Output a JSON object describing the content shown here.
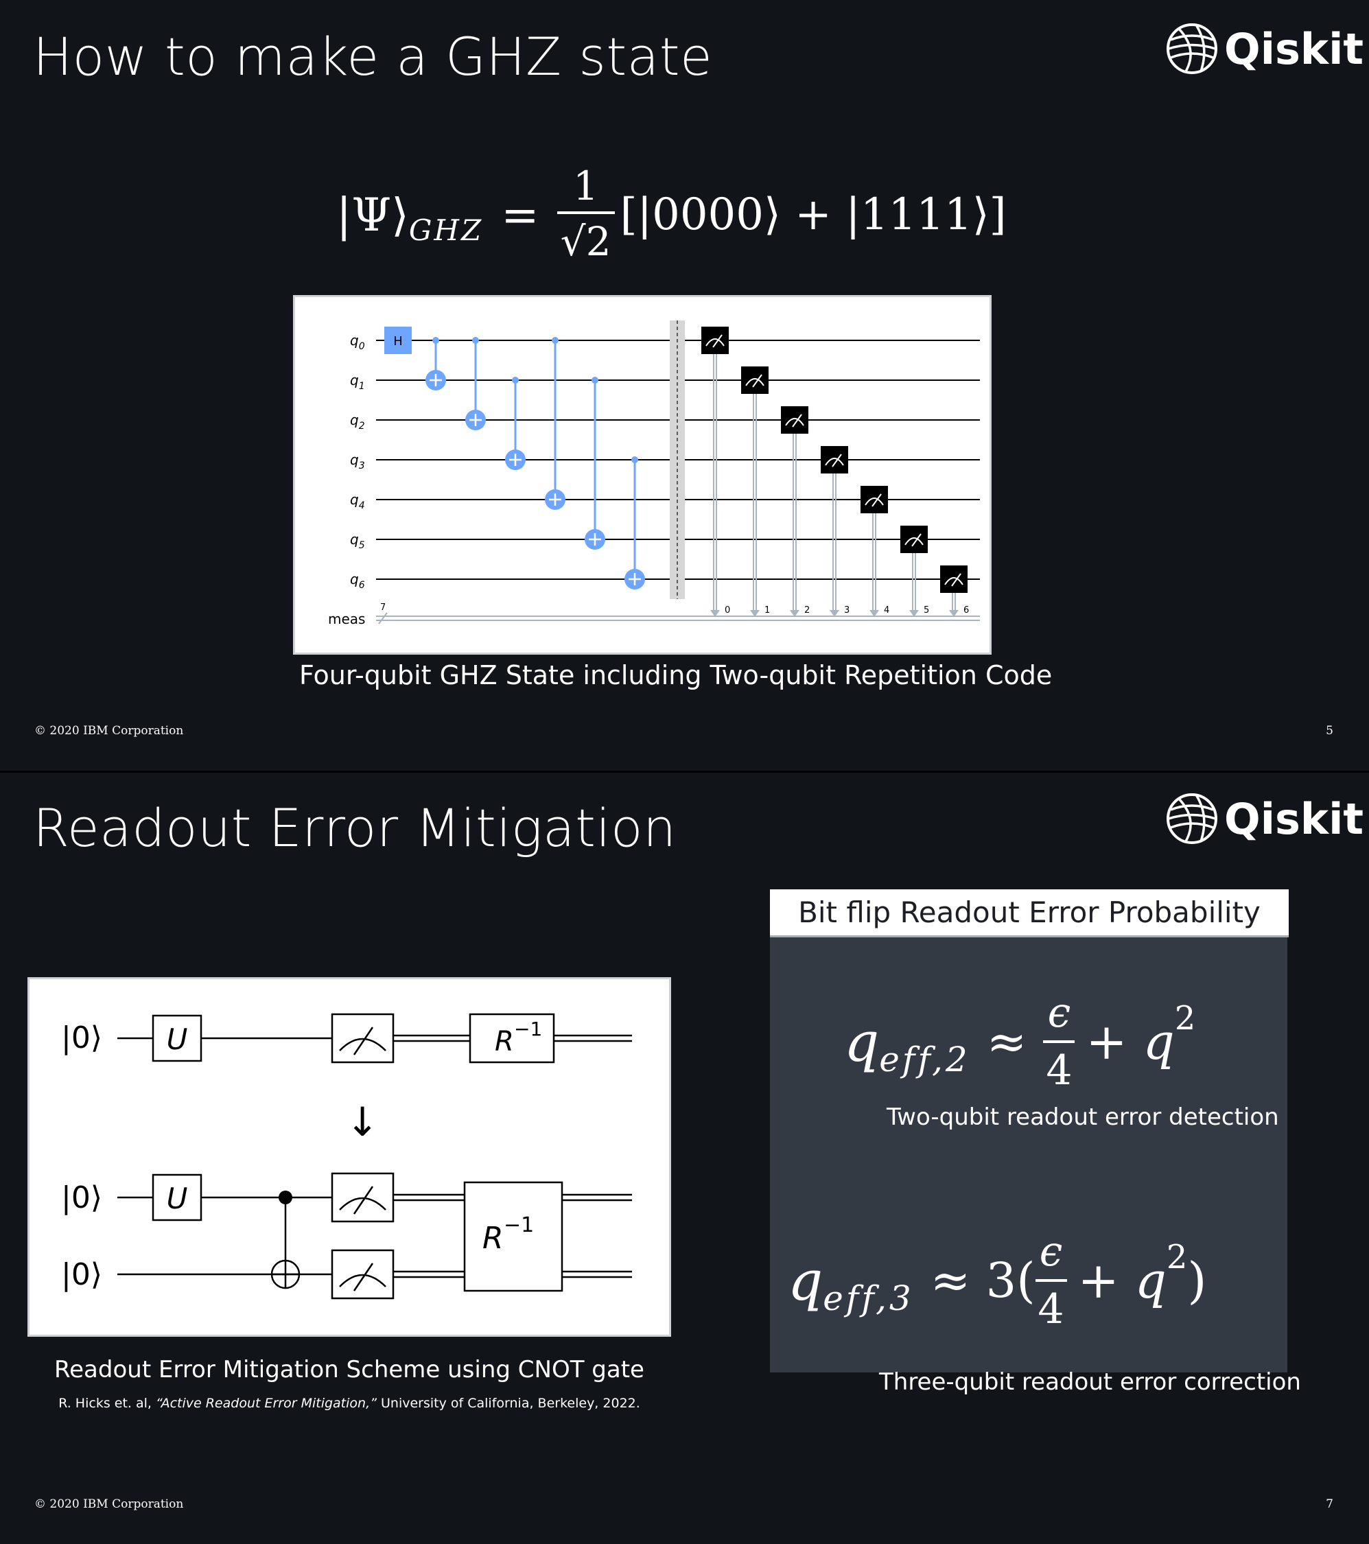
{
  "slide1": {
    "title": "How to make a GHZ state",
    "logo_text": "Qiskit",
    "logo_icon": "qiskit-logo-icon",
    "equation": {
      "lhs": "|Ψ⟩",
      "subscript": "GHZ",
      "equals": "=",
      "numerator": "1",
      "denominator": "√2",
      "rhs": "[|0000⟩ + |1111⟩]"
    },
    "circuit": {
      "qubits": [
        "q",
        "q",
        "q",
        "q",
        "q",
        "q",
        "q"
      ],
      "qubit_indices": [
        "0",
        "1",
        "2",
        "3",
        "4",
        "5",
        "6"
      ],
      "classical_register": "meas",
      "classical_width": "7",
      "h_gate": "H",
      "meas_indices": [
        "0",
        "1",
        "2",
        "3",
        "4",
        "5",
        "6"
      ]
    },
    "caption": "Four-qubit GHZ State including Two-qubit Repetition Code",
    "footer": "© 2020 IBM Corporation",
    "page": "5"
  },
  "slide2": {
    "title": "Readout Error Mitigation",
    "logo_text": "Qiskit",
    "circuit": {
      "ket": "|0⟩",
      "u_gate": "U",
      "r_inverse": "R",
      "r_inverse_sup": "−1",
      "arrow": "↓"
    },
    "caption": "Readout Error Mitigation Scheme using CNOT gate",
    "citation_authors": "R. Hicks et. al, ",
    "citation_title": "“Active Readout Error Mitigation,”",
    "citation_rest": " University of California, Berkeley, 2022.",
    "panel": {
      "header": "Bit flip Readout Error Probability",
      "eq1": {
        "q": "q",
        "sub": "eff,2",
        "approx": "≈",
        "num": "ϵ",
        "den": "4",
        "plus": "+ q",
        "sup": "2"
      },
      "eq1_label": "Two-qubit readout error detection",
      "eq2": {
        "q": "q",
        "sub": "eff,3",
        "approx": "≈ 3(",
        "num": "ϵ",
        "den": "4",
        "plus": "+ q",
        "sup": "2",
        "close": ")"
      },
      "eq2_label": "Three-qubit readout error correction"
    },
    "footer": "© 2020 IBM Corporation",
    "page": "7"
  },
  "colors": {
    "background": "#111419",
    "panel": "#343a44",
    "gate_blue": "#6ea6ff",
    "meas_black": "#000000",
    "barrier_gray": "#d6d6d6"
  }
}
